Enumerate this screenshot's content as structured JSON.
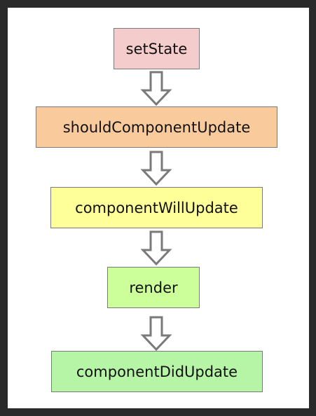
{
  "diagram": {
    "nodes": [
      {
        "id": "setstate",
        "label": "setState",
        "color": "#f4cccc"
      },
      {
        "id": "shouldcomponentupdate",
        "label": "shouldComponentUpdate",
        "color": "#f9cb9c"
      },
      {
        "id": "componentwillupdate",
        "label": "componentWillUpdate",
        "color": "#ffff99"
      },
      {
        "id": "render",
        "label": "render",
        "color": "#ccff99"
      },
      {
        "id": "componentdidupdate",
        "label": "componentDidUpdate",
        "color": "#b7f5a6"
      }
    ],
    "edges": [
      {
        "from": "setstate",
        "to": "shouldcomponentupdate"
      },
      {
        "from": "shouldcomponentupdate",
        "to": "componentwillupdate"
      },
      {
        "from": "componentwillupdate",
        "to": "render"
      },
      {
        "from": "render",
        "to": "componentdidupdate"
      }
    ],
    "border_color": "#7a7a7a",
    "arrow_color": "#7a7a7a"
  }
}
